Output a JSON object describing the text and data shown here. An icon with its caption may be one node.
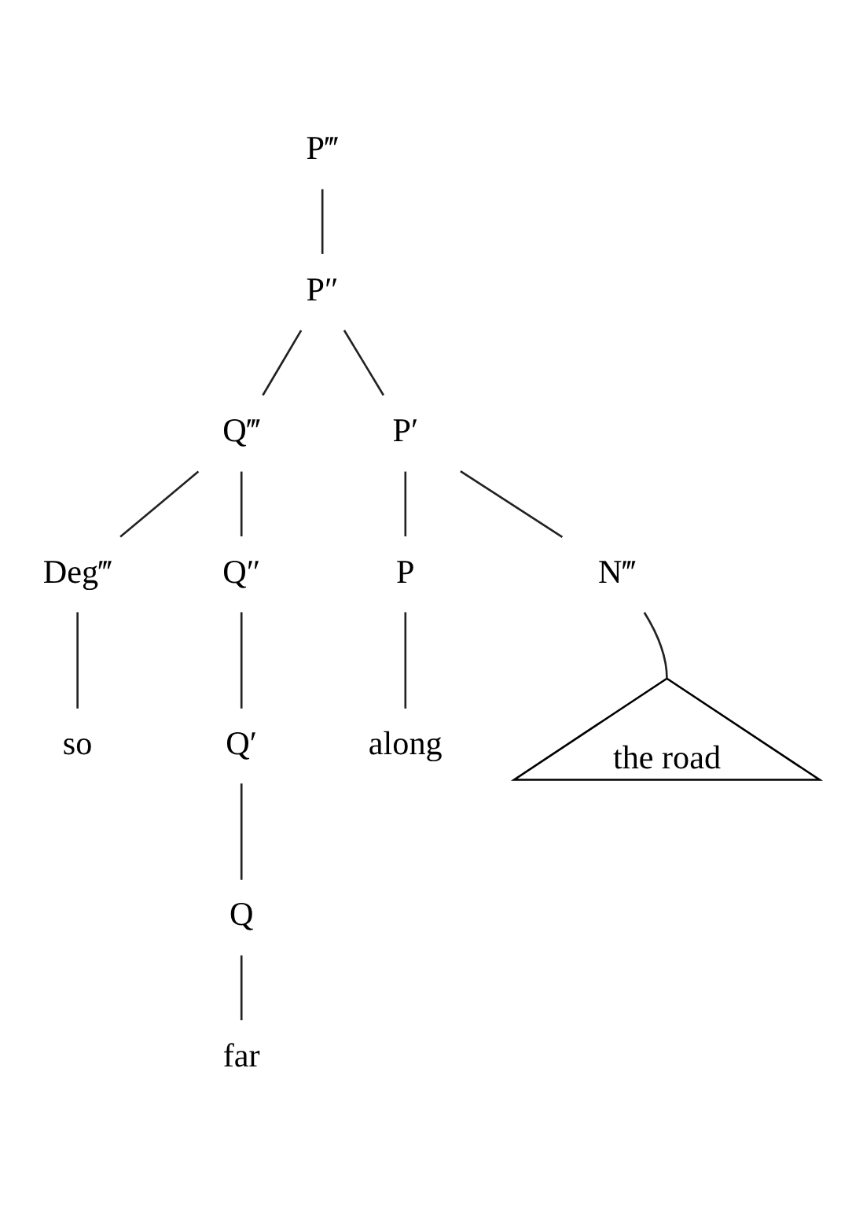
{
  "diagram": {
    "nodes": [
      {
        "text": [
          "P‴"
        ]
      },
      {
        "text": [
          "P″"
        ]
      },
      {
        "text": [
          "Q‴"
        ]
      },
      {
        "text": [
          "P′"
        ]
      },
      {
        "text": [
          "Deg‴"
        ]
      },
      {
        "text": [
          "Q″"
        ]
      },
      {
        "text": [
          "P"
        ]
      },
      {
        "text": [
          "N‴"
        ]
      },
      {
        "text": [
          "so"
        ]
      },
      {
        "text": [
          "Q′"
        ]
      },
      {
        "text": [
          "along"
        ]
      },
      {
        "text": [
          "the road"
        ]
      },
      {
        "text": [
          "Q"
        ]
      },
      {
        "text": [
          "far"
        ]
      }
    ],
    "edges": [
      {
        "from": 0,
        "to": 1,
        "arrow": "none"
      },
      {
        "from": 1,
        "to": 2,
        "arrow": "none"
      },
      {
        "from": 1,
        "to": 3,
        "arrow": "none"
      },
      {
        "from": 2,
        "to": 4,
        "arrow": "none"
      },
      {
        "from": 2,
        "to": 5,
        "arrow": "none"
      },
      {
        "from": 3,
        "to": 6,
        "arrow": "none"
      },
      {
        "from": 3,
        "to": 7,
        "arrow": "none"
      },
      {
        "from": 4,
        "to": 8,
        "arrow": "none"
      },
      {
        "from": 5,
        "to": 9,
        "arrow": "none"
      },
      {
        "from": 6,
        "to": 10,
        "arrow": "none"
      },
      {
        "from": 7,
        "to": 11,
        "arrow": "none"
      },
      {
        "from": 9,
        "to": 12,
        "arrow": "none"
      },
      {
        "from": 12,
        "to": 13,
        "arrow": "none"
      }
    ]
  }
}
